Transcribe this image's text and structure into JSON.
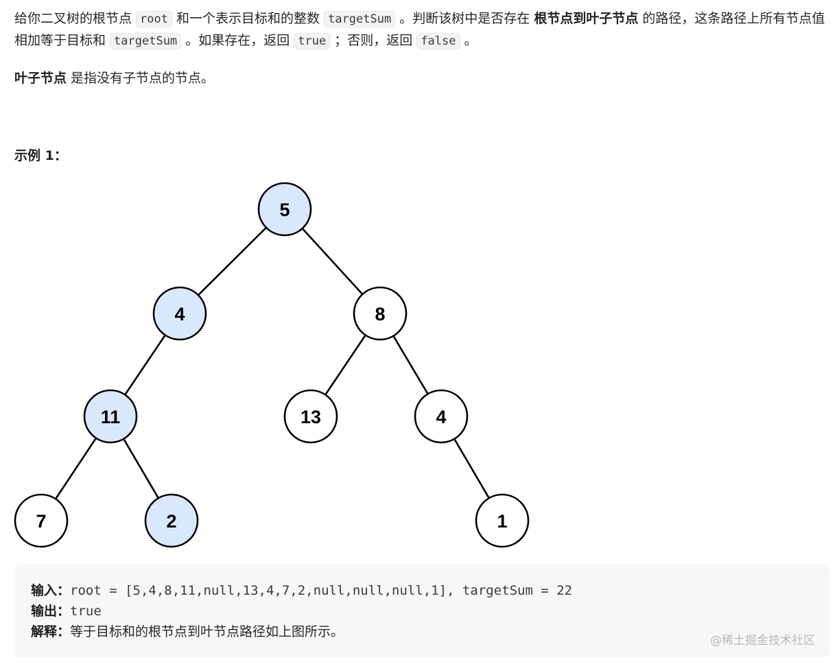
{
  "description": {
    "p1": [
      {
        "type": "text",
        "value": "给你二叉树的根节点 "
      },
      {
        "type": "code",
        "value": "root"
      },
      {
        "type": "text",
        "value": " 和一个表示目标和的整数 "
      },
      {
        "type": "code",
        "value": "targetSum"
      },
      {
        "type": "text",
        "value": " 。判断该树中是否存在 "
      },
      {
        "type": "bold",
        "value": "根节点到叶子节点"
      },
      {
        "type": "text",
        "value": " 的路径，这条路径上所有节点值相加等于目标和 "
      },
      {
        "type": "code",
        "value": "targetSum"
      },
      {
        "type": "text",
        "value": " 。如果存在，返回 "
      },
      {
        "type": "code",
        "value": "true"
      },
      {
        "type": "text",
        "value": " ；否则，返回 "
      },
      {
        "type": "code",
        "value": "false"
      },
      {
        "type": "text",
        "value": " 。"
      }
    ],
    "p2": [
      {
        "type": "bold",
        "value": "叶子节点"
      },
      {
        "type": "text",
        "value": " 是指没有子节点的节点。"
      }
    ]
  },
  "example": {
    "title": "示例 1：",
    "input_label": "输入：",
    "input_value": "root = [5,4,8,11,null,13,4,7,2,null,null,null,1], targetSum = 22",
    "output_label": "输出：",
    "output_value": "true",
    "explain_label": "解释：",
    "explain_value": "等于目标和的根节点到叶节点路径如上图所示。"
  },
  "tree": {
    "colors": {
      "highlight": "#dae8fc",
      "normal": "#ffffff",
      "stroke": "#000000"
    },
    "nodes": [
      {
        "id": "n5",
        "label": "5",
        "highlight": true
      },
      {
        "id": "n4a",
        "label": "4",
        "highlight": true
      },
      {
        "id": "n8",
        "label": "8",
        "highlight": false
      },
      {
        "id": "n11",
        "label": "11",
        "highlight": true
      },
      {
        "id": "n13",
        "label": "13",
        "highlight": false
      },
      {
        "id": "n4b",
        "label": "4",
        "highlight": false
      },
      {
        "id": "n7",
        "label": "7",
        "highlight": false
      },
      {
        "id": "n2",
        "label": "2",
        "highlight": true
      },
      {
        "id": "n1",
        "label": "1",
        "highlight": false
      }
    ],
    "edges": [
      {
        "from": "n5",
        "to": "n4a"
      },
      {
        "from": "n5",
        "to": "n8"
      },
      {
        "from": "n4a",
        "to": "n11"
      },
      {
        "from": "n8",
        "to": "n13"
      },
      {
        "from": "n8",
        "to": "n4b"
      },
      {
        "from": "n11",
        "to": "n7"
      },
      {
        "from": "n11",
        "to": "n2"
      },
      {
        "from": "n4b",
        "to": "n1"
      }
    ]
  },
  "watermark": "@稀土掘金技术社区"
}
